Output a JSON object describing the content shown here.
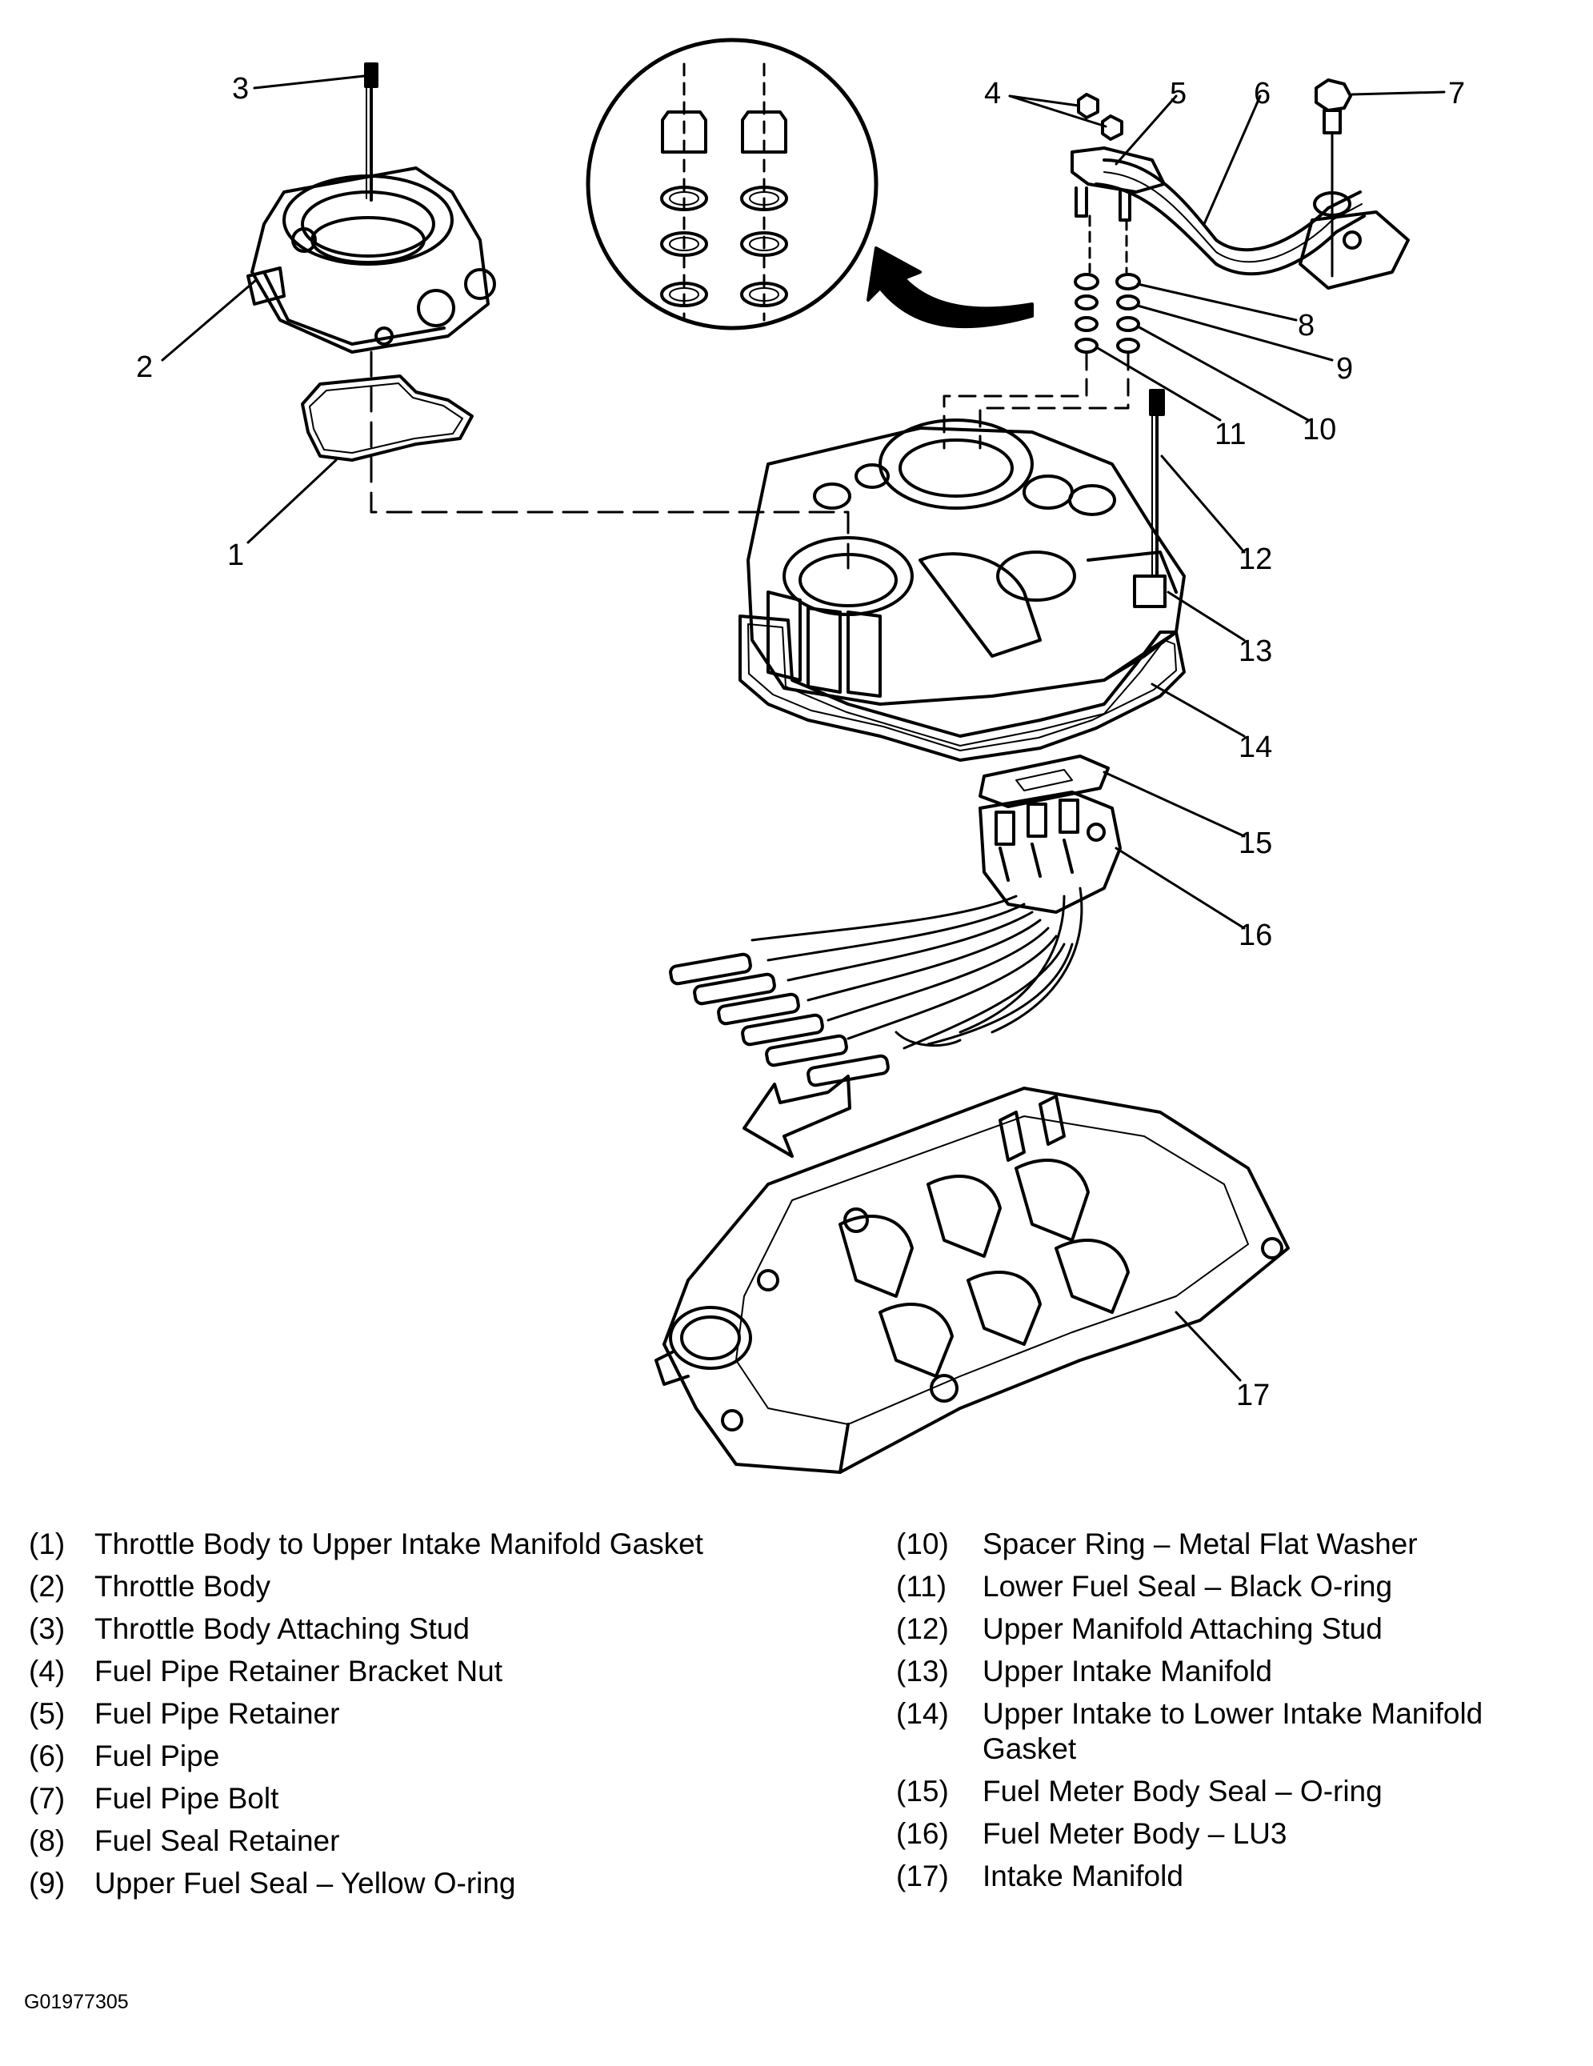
{
  "callouts": [
    "1",
    "2",
    "3",
    "4",
    "5",
    "6",
    "7",
    "8",
    "9",
    "10",
    "11",
    "12",
    "13",
    "14",
    "15",
    "16",
    "17"
  ],
  "legend": {
    "left": [
      {
        "num": "(1)",
        "text": "Throttle Body to Upper Intake Manifold Gasket"
      },
      {
        "num": "(2)",
        "text": "Throttle Body"
      },
      {
        "num": "(3)",
        "text": "Throttle Body Attaching Stud"
      },
      {
        "num": "(4)",
        "text": "Fuel Pipe Retainer Bracket Nut"
      },
      {
        "num": "(5)",
        "text": "Fuel Pipe Retainer"
      },
      {
        "num": "(6)",
        "text": "Fuel Pipe"
      },
      {
        "num": "(7)",
        "text": "Fuel Pipe Bolt"
      },
      {
        "num": "(8)",
        "text": "Fuel Seal Retainer"
      },
      {
        "num": "(9)",
        "text": "Upper Fuel Seal – Yellow O-ring"
      }
    ],
    "right": [
      {
        "num": "(10)",
        "text": "Spacer Ring – Metal Flat Washer"
      },
      {
        "num": "(11)",
        "text": "Lower Fuel Seal – Black O-ring"
      },
      {
        "num": "(12)",
        "text": "Upper Manifold Attaching Stud"
      },
      {
        "num": "(13)",
        "text": "Upper Intake Manifold"
      },
      {
        "num": "(14)",
        "text": "Upper Intake to Lower Intake Manifold Gasket"
      },
      {
        "num": "(15)",
        "text": "Fuel Meter Body Seal – O-ring"
      },
      {
        "num": "(16)",
        "text": "Fuel Meter Body – LU3"
      },
      {
        "num": "(17)",
        "text": "Intake Manifold"
      }
    ]
  },
  "figure_id": "G01977305",
  "colors": {
    "ink": "#000000",
    "paper": "#ffffff"
  }
}
